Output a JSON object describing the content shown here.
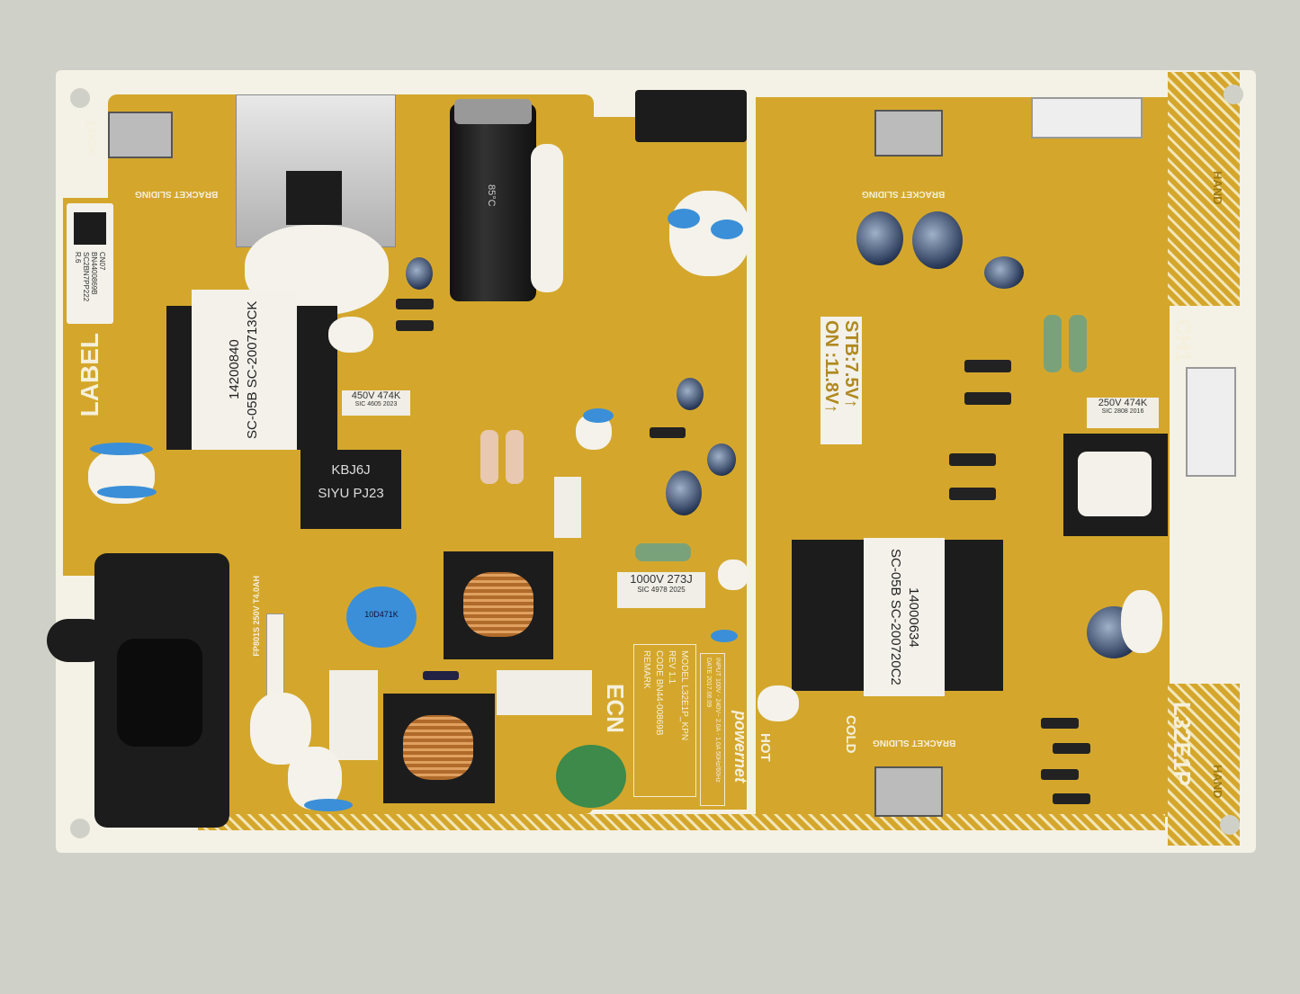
{
  "board": {
    "model_mark": "L32E1P",
    "label_area": "LABEL",
    "lock": "LOCK",
    "hand_top": "HAND",
    "hand_bottom": "HAND",
    "ch1": "CH1",
    "hot": "HOT",
    "cold": "COLD",
    "ecn": "ECN",
    "bracket_sliding": "BRACKET SLIDING",
    "stb": "STB:7.5V↑",
    "on": "ON :11.8V↑",
    "brand": "powernet",
    "sticker": {
      "line1": "CN07",
      "line2": "BN4400869B",
      "line3": "SC2BN7PP222",
      "line4": "R.6"
    }
  },
  "components": {
    "bridge": {
      "line1": "KBJ6J",
      "line2": "SIYU PJ23"
    },
    "cap_x1": {
      "line1": "450V 474K",
      "line2": "SIC 4605 2023"
    },
    "cap_x2": {
      "line1": "1000V 273J",
      "line2": "SIC 4978 2025"
    },
    "cap_x3": {
      "line1": "250V 474K",
      "line2": "SIC 2808 2016"
    },
    "transformer_1": {
      "line1": "14200840",
      "line2": "SC-05B SC-200713CK"
    },
    "transformer_2": {
      "line1": "14000634",
      "line2": "SC-05B SC-200720C2"
    },
    "varistor": "10D471K",
    "fuse": "FP801S 250V T4.0AH",
    "bulk_cap": "85°C"
  },
  "info_table": {
    "model_label": "MODEL",
    "model_value": "L32E1P_KPN",
    "rev_label": "REV",
    "rev_value": "1.1",
    "code_label": "CODE",
    "code_value": "BN44-00869B",
    "remark_label": "REMARK",
    "input_label": "INPUT",
    "input_value": "100V - 240V~ 2.0A - 1.0A 50Hz/60Hz",
    "date_label": "DATE",
    "date_value": "2017.06.09"
  },
  "colors": {
    "pcb": "#d4a72c",
    "silkscreen": "#f5f0dc",
    "board_edge": "#f4f1e6",
    "background": "#cfd1c8"
  }
}
